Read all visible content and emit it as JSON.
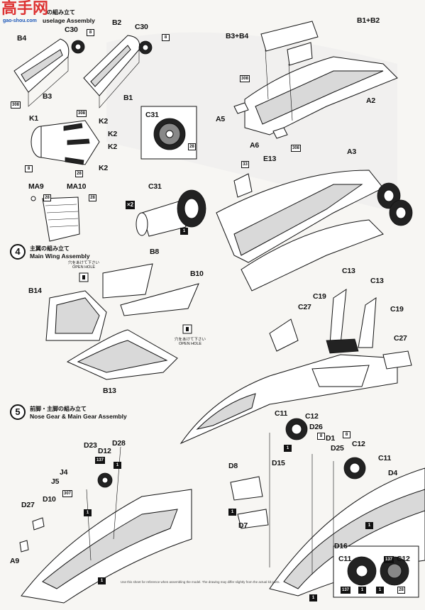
{
  "watermark": {
    "site": "高手网",
    "url": "gao-shou.com"
  },
  "fuselage": {
    "title_suffix": "の組み立て",
    "title_en": "uselage Assembly"
  },
  "section4": {
    "number": "4",
    "title_jp": "主翼の組み立て",
    "title_en": "Main Wing Assembly"
  },
  "section5": {
    "number": "5",
    "title_jp": "前脚・主脚の組み立て",
    "title_en": "Nose Gear & Main Gear Assembly"
  },
  "open_hole": {
    "jp": "穴をあけて下さい",
    "en": "OPEN HOLE"
  },
  "multiplier": "×2",
  "parts": {
    "B4": "B4",
    "C30": "C30",
    "B2": "B2",
    "B3": "B3",
    "B1": "B1",
    "B1B2": "B1+B2",
    "B3B4": "B3+B4",
    "A5": "A5",
    "A2": "A2",
    "A6": "A6",
    "K1": "K1",
    "K2": "K2",
    "C31": "C31",
    "E13": "E13",
    "A3": "A3",
    "MA9": "MA9",
    "MA10": "MA10",
    "B8": "B8",
    "B10": "B10",
    "B14": "B14",
    "B13": "B13",
    "C13": "C13",
    "C19": "C19",
    "C27": "C27",
    "C11": "C11",
    "C12": "C12",
    "D26": "D26",
    "D1": "D1",
    "D25": "D25",
    "D15": "D15",
    "D8": "D8",
    "D4": "D4",
    "D7": "D7",
    "D16": "D16",
    "D23": "D23",
    "D12": "D12",
    "D28": "D28",
    "J4": "J4",
    "J5": "J5",
    "D10": "D10",
    "D27": "D27",
    "A9": "A9"
  },
  "paint_codes": {
    "c8": "8",
    "c308": "308",
    "c28": "28",
    "c33": "33",
    "c1": "1",
    "c137": "137",
    "c307": "307"
  },
  "footnote": "Use this sheet for reference when assembling the model. The drawing may differ slightly from the actual kit parts."
}
